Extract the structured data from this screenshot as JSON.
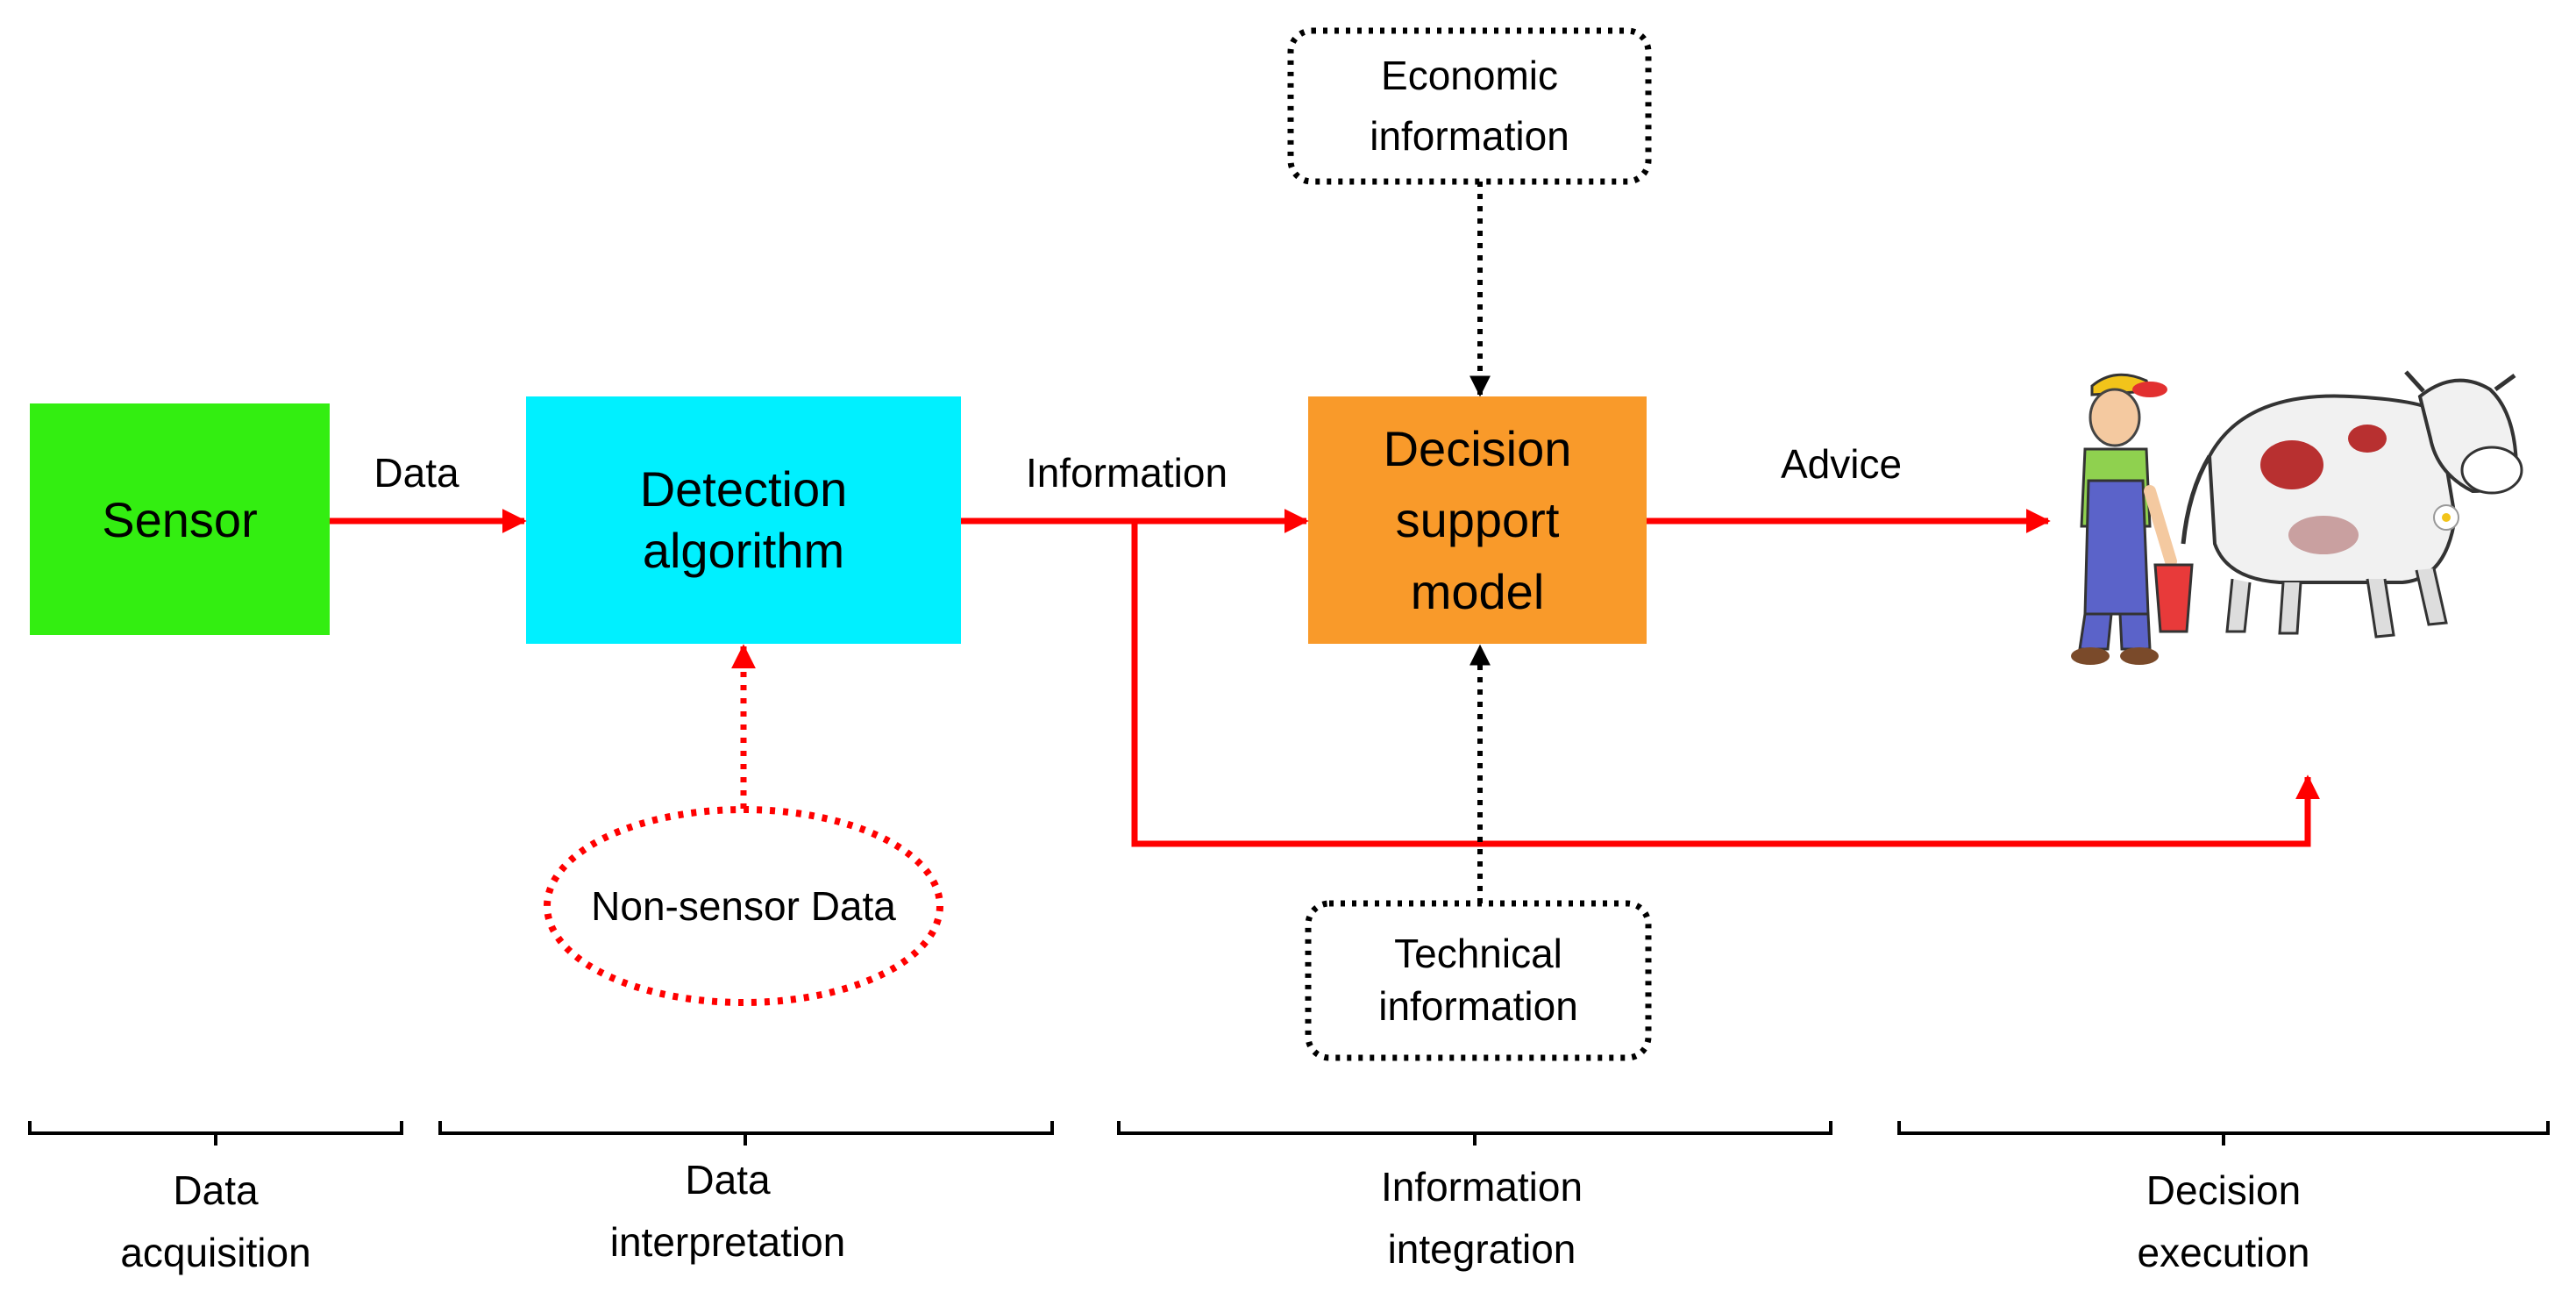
{
  "colors": {
    "sensor_fill": "#33ee11",
    "detection_fill": "#00f0ff",
    "decision_fill": "#f99a2a",
    "flow_arrow": "#ff0000",
    "dotted_input": "#000000",
    "phase_bracket": "#000000"
  },
  "nodes": {
    "sensor": "Sensor",
    "detection_line1": "Detection",
    "detection_line2": "algorithm",
    "decision_line1": "Decision",
    "decision_line2": "support",
    "decision_line3": "model",
    "economic_line1": "Economic",
    "economic_line2": "information",
    "technical_line1": "Technical",
    "technical_line2": "information",
    "non_sensor": "Non-sensor Data"
  },
  "edges": {
    "data": "Data",
    "information": "Information",
    "advice": "Advice"
  },
  "phases": [
    {
      "line1": "Data",
      "line2": "acquisition"
    },
    {
      "line1": "Data",
      "line2": "interpretation"
    },
    {
      "line1": "Information",
      "line2": "integration"
    },
    {
      "line1": "Decision",
      "line2": "execution"
    }
  ],
  "illustration": {
    "icon": "farmer-and-cow-illustration"
  }
}
